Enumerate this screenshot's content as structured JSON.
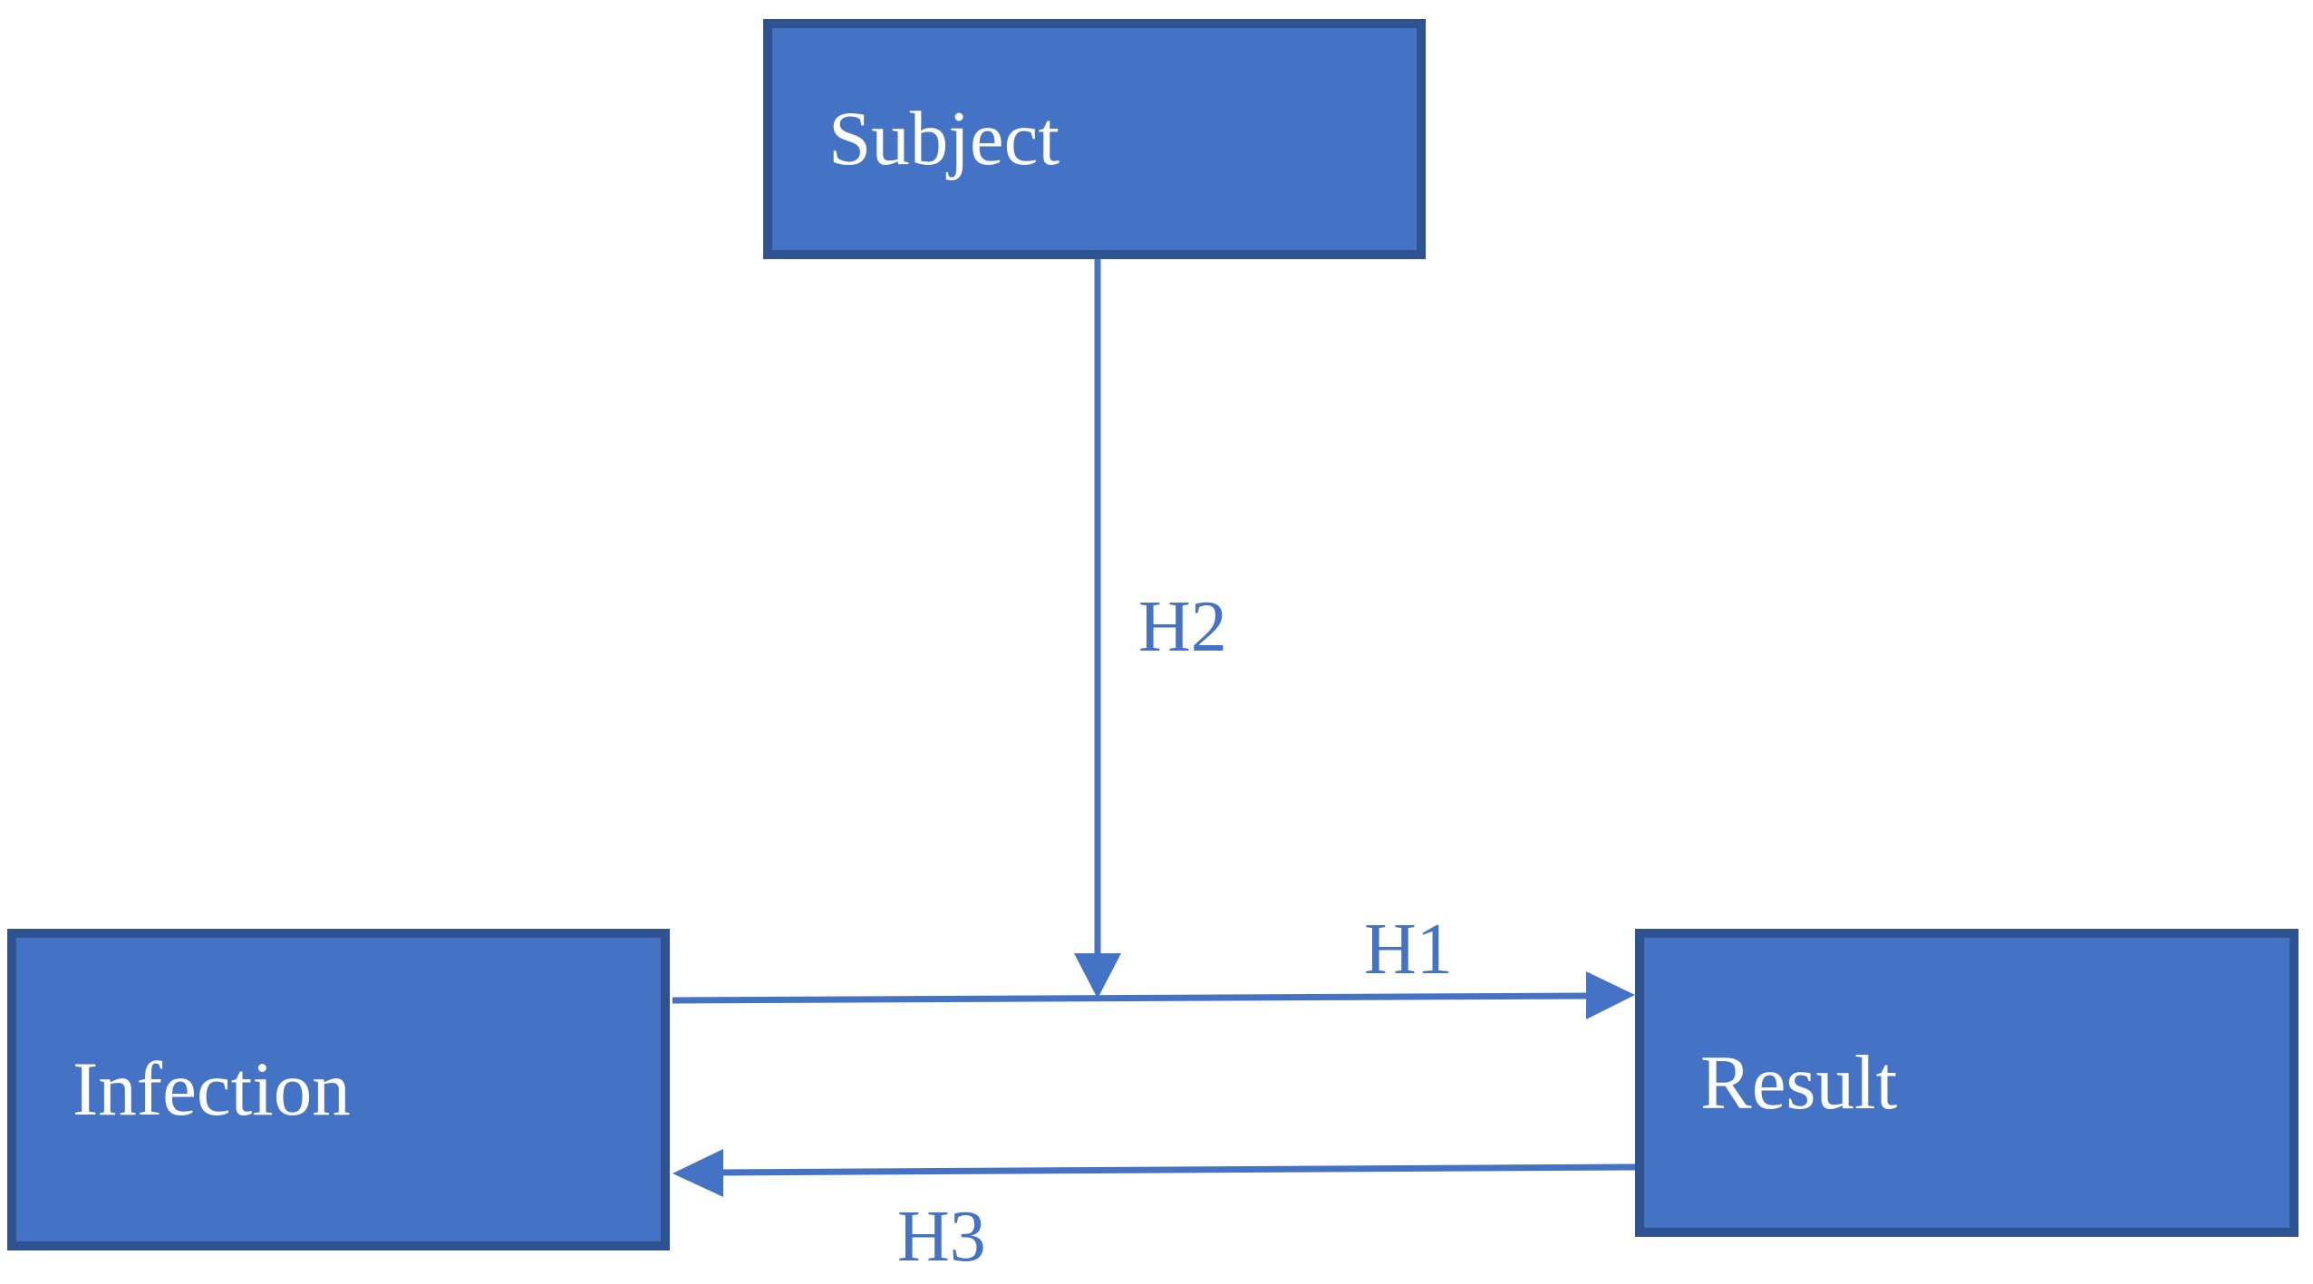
{
  "figure": {
    "kind": "hypothesis-model-diagram",
    "nodes": [
      {
        "id": "subject",
        "label": "Subject"
      },
      {
        "id": "infection",
        "label": "Infection"
      },
      {
        "id": "result",
        "label": "Result"
      }
    ],
    "edges": [
      {
        "id": "h1",
        "label": "H1",
        "from": "infection",
        "to": "result",
        "direction": "right"
      },
      {
        "id": "h2",
        "label": "H2",
        "from": "subject",
        "to": "infection-result-path",
        "direction": "down"
      },
      {
        "id": "h3",
        "label": "H3",
        "from": "result",
        "to": "infection",
        "direction": "left"
      }
    ],
    "colors": {
      "node_fill": "#4472C4",
      "node_border": "#2F5291",
      "node_text": "#FFFFFF",
      "connector": "#4472C4",
      "edge_label": "#4472C4",
      "background": "#FFFFFF"
    }
  }
}
